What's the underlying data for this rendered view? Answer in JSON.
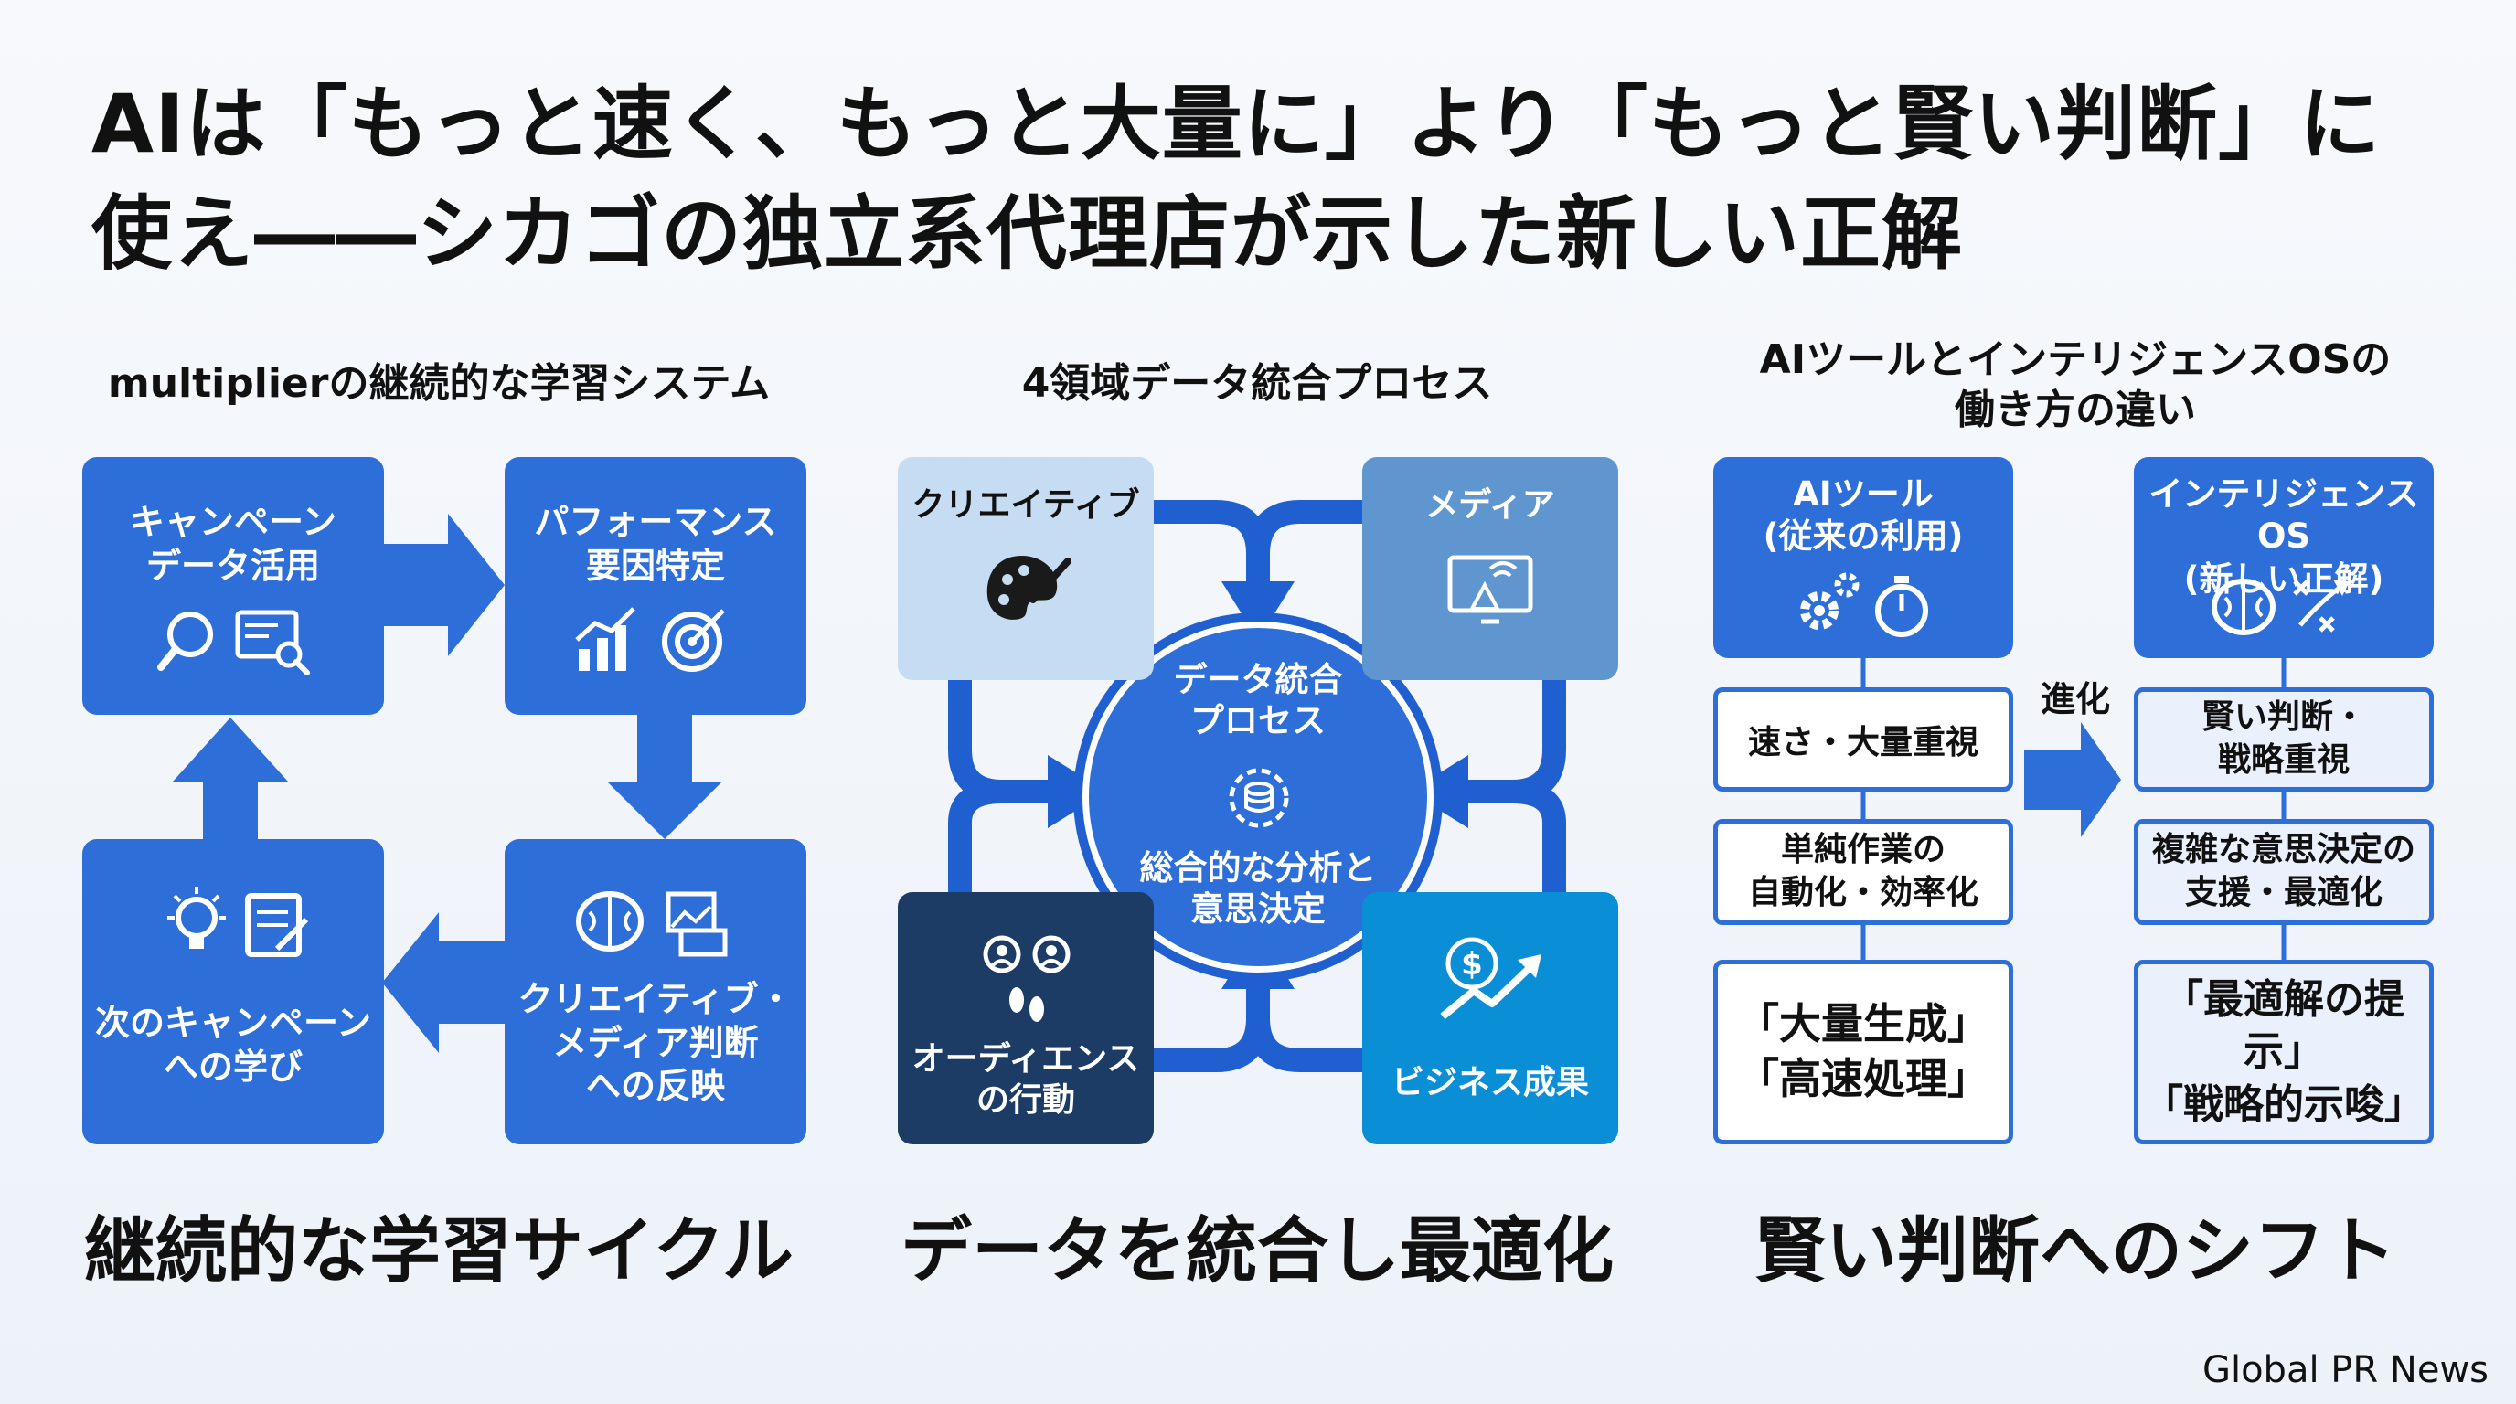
{
  "title": {
    "line1": "AIは「もっと速く、もっと大量に」より「もっと賢い判断」に",
    "line2": "使え――シカゴの独立系代理店が示した新しい正解"
  },
  "panel1": {
    "heading": "multiplierの継続的な学習システム",
    "box1": "キャンペーン\nデータ活用",
    "box2": "パフォーマンス\n要因特定",
    "box3": "クリエイティブ・\nメディア判断\nへの反映",
    "box4": "次のキャンペーン\nへの学び",
    "caption": "継続的な学習サイクル"
  },
  "panel2": {
    "heading": "4領域データ統合プロセス",
    "creative": "クリエイティブ",
    "media": "メディア",
    "audience": "オーディエンス\nの行動",
    "business": "ビジネス成果",
    "center_top": "データ統合\nプロセス",
    "center_bottom": "総合的な分析と\n意思決定",
    "caption": "データを統合し最適化"
  },
  "panel3": {
    "heading": "AIツールとインテリジェンスOSの\n働き方の違い",
    "left_header": "AIツール\n(従来の利用)",
    "right_header": "インテリジェンスOS\n(新しい正解)",
    "left_items": [
      "速さ・大量重視",
      "単純作業の\n自動化・効率化",
      "「大量生成」\n「高速処理」"
    ],
    "right_items": [
      "賢い判断・\n戦略重視",
      "複雑な意思決定の\n支援・最適化",
      "「最適解の提示」\n「戦略的示唆」"
    ],
    "evolution": "進化",
    "caption": "賢い判断へのシフト"
  },
  "footer": "Global PR News",
  "colors": {
    "primary_blue": "#2d6ed9",
    "light_blue": "#c5dcf2",
    "steel_blue": "#5f96cf",
    "navy": "#1c3c66",
    "cyan": "#0a8ed6",
    "ring_blue": "#1f5fcf"
  }
}
